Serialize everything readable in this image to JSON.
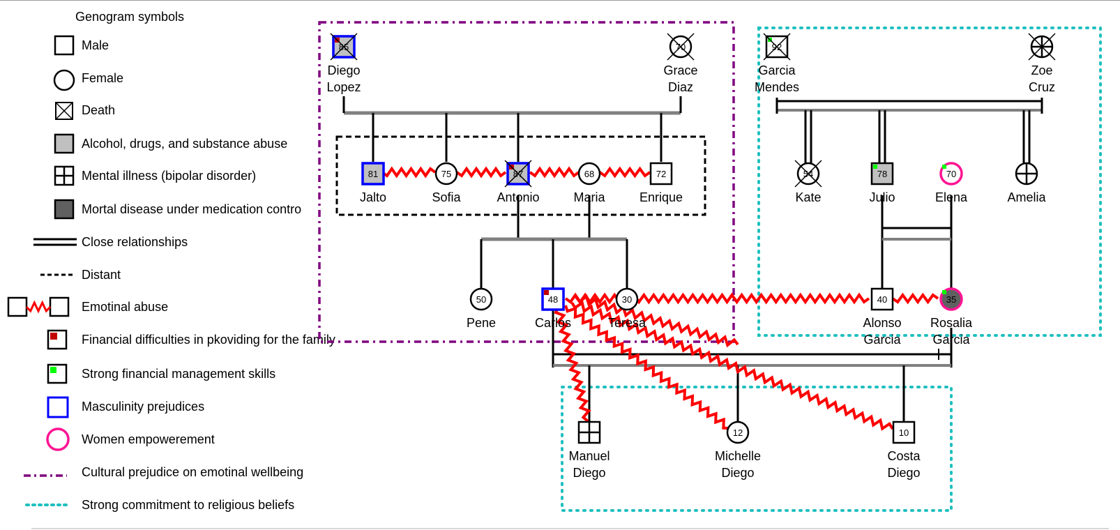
{
  "legend": {
    "title": "Genogram symbols",
    "items": [
      {
        "key": "male",
        "label": "Male",
        "symbol": "male-square-icon"
      },
      {
        "key": "female",
        "label": "Female",
        "symbol": "female-circle-icon"
      },
      {
        "key": "death",
        "label": "Death",
        "symbol": "death-crossed-square-icon"
      },
      {
        "key": "substance",
        "label": "Alcohol, drugs, and substance abuse",
        "symbol": "light-gray-square-icon"
      },
      {
        "key": "mental",
        "label": "Mental illness (bipolar disorder)",
        "symbol": "grid-square-icon"
      },
      {
        "key": "mortal",
        "label": "Mortal disease under medication contro",
        "symbol": "dark-gray-square-icon"
      },
      {
        "key": "close",
        "label": "Close relationships",
        "symbol": "double-line-icon"
      },
      {
        "key": "distant",
        "label": "Distant",
        "symbol": "dashed-line-icon"
      },
      {
        "key": "emotional",
        "label": "Emotinal abuse",
        "symbol": "zigzag-line-icon"
      },
      {
        "key": "fin_diff",
        "label": "Financial difficulties in pkoviding for the family",
        "symbol": "red-corner-square-icon"
      },
      {
        "key": "fin_strong",
        "label": "Strong financial management skills",
        "symbol": "green-corner-square-icon"
      },
      {
        "key": "masc",
        "label": "Masculinity prejudices",
        "symbol": "blue-square-icon"
      },
      {
        "key": "women",
        "label": "Women empowerement",
        "symbol": "pink-circle-icon"
      },
      {
        "key": "cultural",
        "label": "Cultural prejudice on emotinal wellbeing",
        "symbol": "purple-dash-dot-icon"
      },
      {
        "key": "religious",
        "label": "Strong commitment to religious beliefs",
        "symbol": "teal-dotted-icon"
      }
    ]
  },
  "people": [
    {
      "id": "diego_lopez",
      "name": [
        "Diego",
        "Lopez"
      ],
      "sex": "M",
      "age": "85",
      "dead": true,
      "fill": "light-gray",
      "corner": "red",
      "border": "blue"
    },
    {
      "id": "grace_diaz",
      "name": [
        "Grace",
        "Diaz"
      ],
      "sex": "F",
      "age": "70",
      "dead": true,
      "fill": "none",
      "corner": "none",
      "border": "black"
    },
    {
      "id": "garcia_mendes",
      "name": [
        "Garcia",
        "Mendes"
      ],
      "sex": "M",
      "age": "92",
      "dead": true,
      "fill": "none",
      "corner": "green",
      "border": "black"
    },
    {
      "id": "zoe_cruz",
      "name": [
        "Zoe",
        "Cruz"
      ],
      "sex": "F",
      "age": "",
      "dead": true,
      "fill": "mental",
      "corner": "none",
      "border": "black"
    },
    {
      "id": "jalto",
      "name": [
        "Jalto"
      ],
      "sex": "M",
      "age": "81",
      "dead": false,
      "fill": "light-gray",
      "corner": "none",
      "border": "blue"
    },
    {
      "id": "sofia",
      "name": [
        "Sofia"
      ],
      "sex": "F",
      "age": "75",
      "dead": false,
      "fill": "none",
      "corner": "none",
      "border": "black"
    },
    {
      "id": "antonio",
      "name": [
        "Antonio"
      ],
      "sex": "M",
      "age": "87",
      "dead": true,
      "fill": "light-gray",
      "corner": "red",
      "border": "blue"
    },
    {
      "id": "maria",
      "name": [
        "Maria"
      ],
      "sex": "F",
      "age": "68",
      "dead": false,
      "fill": "none",
      "corner": "none",
      "border": "black"
    },
    {
      "id": "enrique",
      "name": [
        "Enrique"
      ],
      "sex": "M",
      "age": "72",
      "dead": false,
      "fill": "none",
      "corner": "none",
      "border": "black"
    },
    {
      "id": "kate",
      "name": [
        "Kate"
      ],
      "sex": "F",
      "age": "54",
      "dead": true,
      "fill": "none",
      "corner": "none",
      "border": "black"
    },
    {
      "id": "julio",
      "name": [
        "Julio"
      ],
      "sex": "M",
      "age": "78",
      "dead": false,
      "fill": "light-gray",
      "corner": "green",
      "border": "black"
    },
    {
      "id": "elena",
      "name": [
        "Elena"
      ],
      "sex": "F",
      "age": "70",
      "dead": false,
      "fill": "none",
      "corner": "green",
      "border": "pink"
    },
    {
      "id": "amelia",
      "name": [
        "Amelia"
      ],
      "sex": "F",
      "age": "",
      "dead": false,
      "fill": "mental",
      "corner": "none",
      "border": "black"
    },
    {
      "id": "pene",
      "name": [
        "Pene"
      ],
      "sex": "F",
      "age": "50",
      "dead": false,
      "fill": "none",
      "corner": "none",
      "border": "black"
    },
    {
      "id": "carlos",
      "name": [
        "Carlos"
      ],
      "sex": "M",
      "age": "48",
      "dead": false,
      "fill": "none",
      "corner": "red",
      "border": "blue"
    },
    {
      "id": "teresa",
      "name": [
        "Teresa"
      ],
      "sex": "F",
      "age": "30",
      "dead": false,
      "fill": "none",
      "corner": "none",
      "border": "black"
    },
    {
      "id": "alonso_garcia",
      "name": [
        "Alonso",
        "Garcia"
      ],
      "sex": "M",
      "age": "40",
      "dead": false,
      "fill": "none",
      "corner": "none",
      "border": "black"
    },
    {
      "id": "rosalia_garcia",
      "name": [
        "Rosalia",
        "Garcia"
      ],
      "sex": "F",
      "age": "35",
      "dead": false,
      "fill": "dark-gray",
      "corner": "green",
      "border": "pink"
    },
    {
      "id": "manuel_diego",
      "name": [
        "Manuel",
        "Diego"
      ],
      "sex": "M",
      "age": "",
      "dead": false,
      "fill": "mental",
      "corner": "none",
      "border": "black"
    },
    {
      "id": "michelle_diego",
      "name": [
        "Michelle",
        "Diego"
      ],
      "sex": "F",
      "age": "12",
      "dead": false,
      "fill": "none",
      "corner": "none",
      "border": "black"
    },
    {
      "id": "costa_diego",
      "name": [
        "Costa",
        "Diego"
      ],
      "sex": "M",
      "age": "10",
      "dead": false,
      "fill": "none",
      "corner": "none",
      "border": "black"
    }
  ],
  "colors": {
    "emotional_abuse": "#ff0000",
    "masculinity": "#0000ff",
    "women_empowerment": "#ff1493",
    "cultural": "#800080",
    "religious": "#1fbfbf",
    "connector": "#808080",
    "light_gray": "#c0c0c0",
    "dark_gray": "#606060",
    "financial_difficulty": "#c00000",
    "financial_strength": "#00ff00"
  }
}
